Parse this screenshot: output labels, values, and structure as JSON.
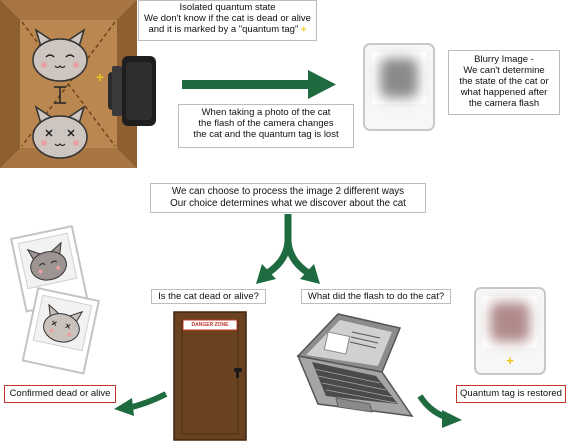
{
  "top_caption": {
    "lines": [
      "Isolated quantum state",
      "We don't know if the cat is dead or alive",
      "and it is marked by a \"quantum tag\""
    ],
    "plus": "+"
  },
  "flash_caption": {
    "lines": [
      "When taking a photo of the cat",
      "the flash of the camera changes",
      "the cat and the quantum tag is lost"
    ]
  },
  "blurry_caption": {
    "lines": [
      "Blurry Image -",
      "We can't determine",
      "the state of the cat or",
      "what happened after",
      "the camera flash"
    ]
  },
  "choice_caption": {
    "lines": [
      "We can choose to process the image 2 different ways",
      "Our choice determines what we discover about the cat"
    ]
  },
  "question_left": "Is the cat dead or alive?",
  "question_right": "What did the flash to do the cat?",
  "door_sign": "DANGER ZONE",
  "result_left": "Confirmed dead or alive",
  "result_right": "Quantum tag is restored",
  "restored_plus": "+",
  "colors": {
    "arrow_green": "#1e6b40",
    "box_brown": "#a0703f",
    "box_dark": "#5a3a1c",
    "cat_gray": "#c9c1bc",
    "door_brown": "#6b4220",
    "tag_yellow": "#e8c61a",
    "result_border_red": "#c0392b"
  },
  "icons": [
    "cat-alive-icon",
    "cat-dead-icon",
    "camera-icon",
    "blurry-photo-icon",
    "door-icon",
    "laptop-icon",
    "restored-photo-icon"
  ]
}
